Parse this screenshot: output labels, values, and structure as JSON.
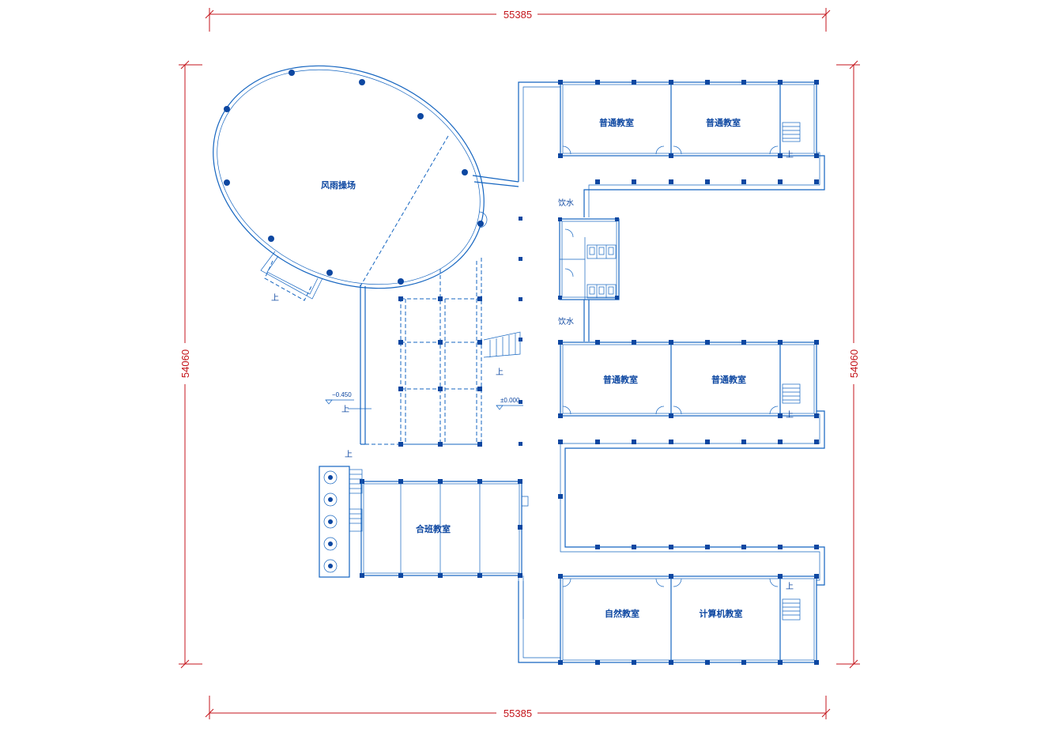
{
  "dimensions": {
    "top": "55385",
    "bottom": "55385",
    "left": "54060",
    "right": "54060"
  },
  "rooms": {
    "oval_hall": "风雨操场",
    "classroom_1": "普通教室",
    "classroom_2": "普通教室",
    "classroom_3": "普通教室",
    "classroom_4": "普通教室",
    "combined_class": "合班教室",
    "science_room": "自然教室",
    "computer_room": "计算机教室"
  },
  "labels": {
    "drinking_water_top": "饮水",
    "drinking_water_bottom": "饮水",
    "up": "上"
  },
  "levels": {
    "minus": "−0.450",
    "zero": "±0.000"
  },
  "colors": {
    "walls": "#1565c0",
    "dimensions": "#c4161c"
  }
}
